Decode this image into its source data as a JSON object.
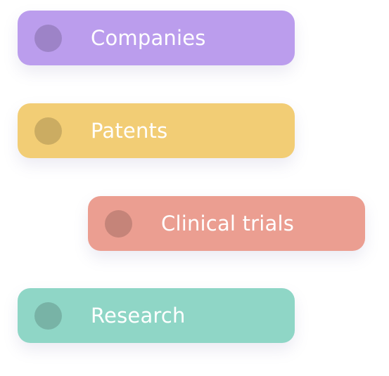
{
  "categories": [
    {
      "label": "Companies",
      "color": "#bb9ded"
    },
    {
      "label": "Patents",
      "color": "#f2cd75"
    },
    {
      "label": "Clinical trials",
      "color": "#eb9e91"
    },
    {
      "label": "Research",
      "color": "#8fd6c6"
    }
  ]
}
